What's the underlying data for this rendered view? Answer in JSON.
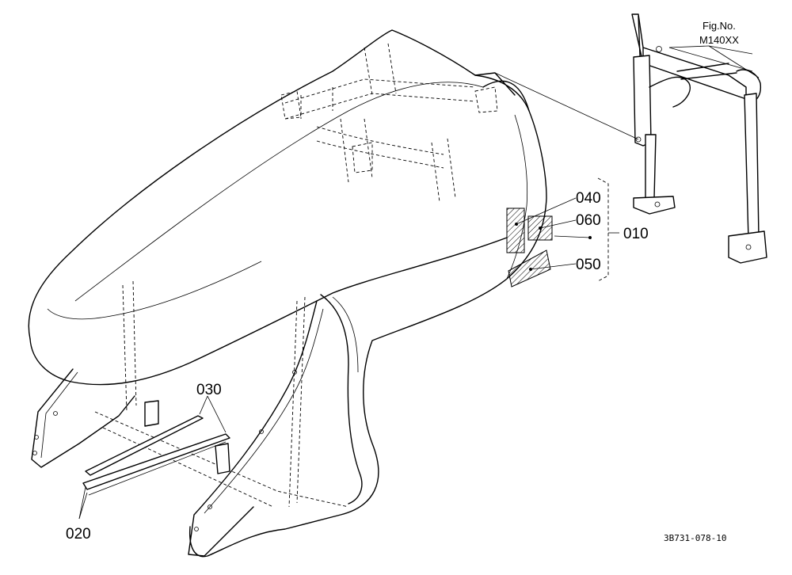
{
  "figure_reference": {
    "line1": "Fig.No.",
    "line2": "M140XX"
  },
  "callouts": {
    "c010": "010",
    "c020": "020",
    "c030": "030",
    "c040": "040",
    "c050": "050",
    "c060": "060"
  },
  "drawing_number": "3B731-078-10"
}
